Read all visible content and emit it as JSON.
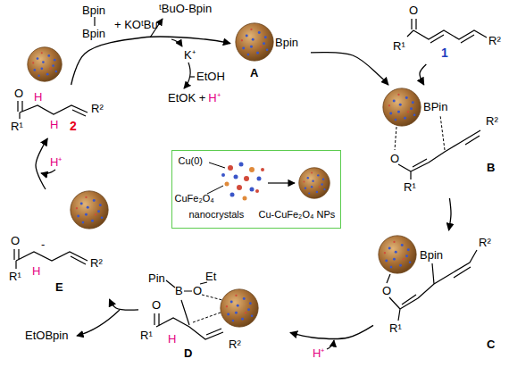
{
  "diagram": {
    "nodes": [
      {
        "text": [
          "Bpin",
          "A"
        ]
      },
      {
        "text": [
          "O",
          "R¹",
          "R²",
          "1"
        ]
      },
      {
        "text": [
          "BPin",
          "O",
          "R¹",
          "R²",
          "B"
        ]
      },
      {
        "text": [
          "Bpin",
          "O",
          "R¹",
          "R²",
          "C"
        ]
      },
      {
        "text": [
          "Pin",
          "B",
          "O",
          "Et",
          "O",
          "R¹",
          "H",
          "R²",
          "D"
        ]
      },
      {
        "text": [
          "O",
          "R¹",
          "H",
          "-",
          "R²",
          "E"
        ]
      },
      {
        "text": [
          "O",
          "R¹",
          "H",
          "H",
          "R²",
          "2"
        ]
      },
      {
        "text": [
          "Cu(0)",
          "CuFe₂O₄",
          "nanocrystals",
          "Cu-CuFe₂O₄ NPs"
        ]
      }
    ],
    "edges": [
      {
        "from": 6,
        "to": 0,
        "arrow": "to"
      },
      {
        "from": 0,
        "to": 2,
        "arrow": "to"
      },
      {
        "from": 1,
        "to": 2,
        "arrow": "to"
      },
      {
        "from": 2,
        "to": 3,
        "arrow": "to"
      },
      {
        "from": 3,
        "to": 4,
        "arrow": "to"
      },
      {
        "from": 4,
        "to": 5,
        "arrow": "to"
      },
      {
        "from": 5,
        "to": 6,
        "arrow": "to"
      }
    ],
    "labels": [
      "Bpin",
      "Bpin",
      "+ KOᵗBu",
      "ᵗBuO-Bpin",
      "K⁺",
      "EtOH",
      "EtOK +",
      "H⁺",
      "H⁺",
      "EtOBpin",
      "H⁺"
    ]
  }
}
